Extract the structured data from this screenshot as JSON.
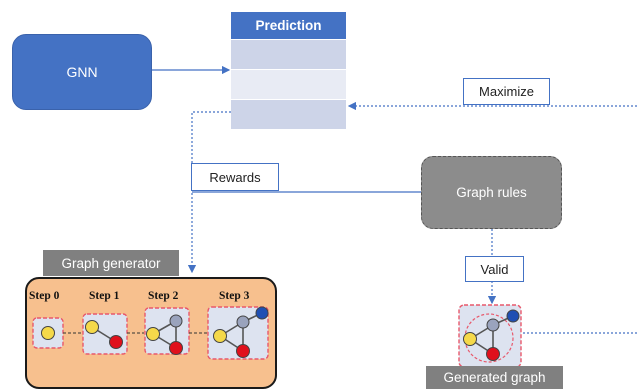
{
  "gnn": {
    "label": "GNN"
  },
  "prediction": {
    "header": "Prediction"
  },
  "labels": {
    "maximize": "Maximize",
    "rewards": "Rewards",
    "valid": "Valid"
  },
  "graph_rules": {
    "label": "Graph rules"
  },
  "graph_generator": {
    "title": "Graph generator",
    "steps": [
      "Step 0",
      "Step 1",
      "Step 2",
      "Step 3"
    ]
  },
  "generated_graph": {
    "label": "Generated graph"
  },
  "colors": {
    "primary": "#4472c4",
    "table_dark": "#cdd4e8",
    "table_light": "#e8ebf4",
    "rules_gray": "#8c8c8c",
    "generator_fill": "#f7c08e",
    "node_yellow": "#f5d94a",
    "node_red": "#e0101c",
    "node_gray": "#9aa3bd",
    "node_blue": "#1f4fb3",
    "dashed_pink": "#e8586b"
  }
}
